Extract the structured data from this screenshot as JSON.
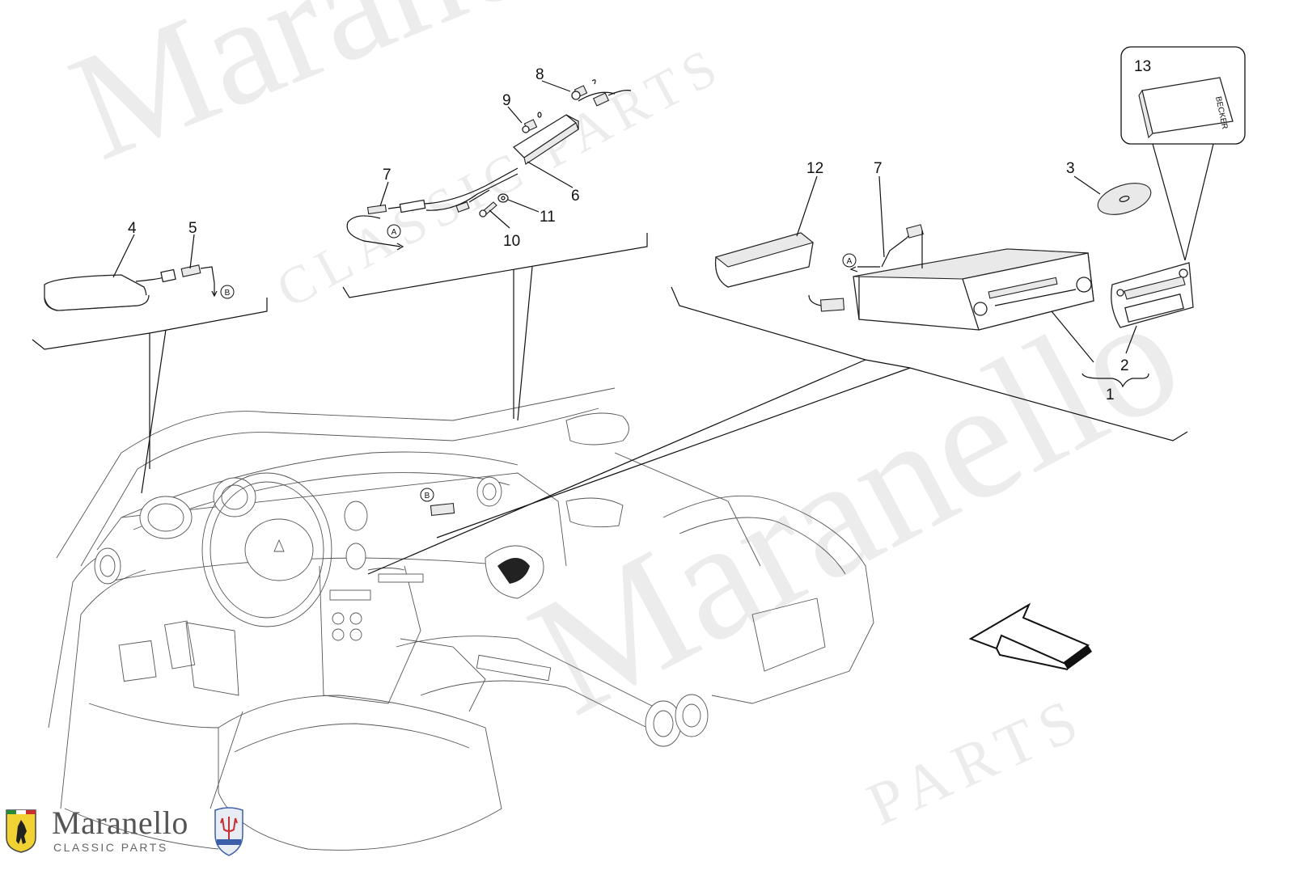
{
  "diagram": {
    "callouts": {
      "c1": "1",
      "c2": "2",
      "c3": "3",
      "c4": "4",
      "c5": "5",
      "c6": "6",
      "c7a": "7",
      "c7b": "7",
      "c8": "8",
      "c9": "9",
      "c10": "10",
      "c11": "11",
      "c12": "12",
      "c13": "13"
    },
    "connectors": {
      "a1": "A",
      "a2": "A",
      "b1": "B",
      "b2": "B"
    },
    "radio_face_brand": "BECKER"
  },
  "watermark": {
    "large_text": "Maranello",
    "small_text": "CLASSIC PARTS",
    "parts_text": "PARTS"
  },
  "branding": {
    "name": "Maranello",
    "subtitle": "CLASSIC PARTS",
    "shield_icon": "ferrari-shield-icon",
    "trident_icon": "maserati-trident-icon",
    "colors": {
      "shield_yellow": "#f2d232",
      "trident_blue": "#3b5ea8",
      "trident_red": "#c83030"
    }
  }
}
